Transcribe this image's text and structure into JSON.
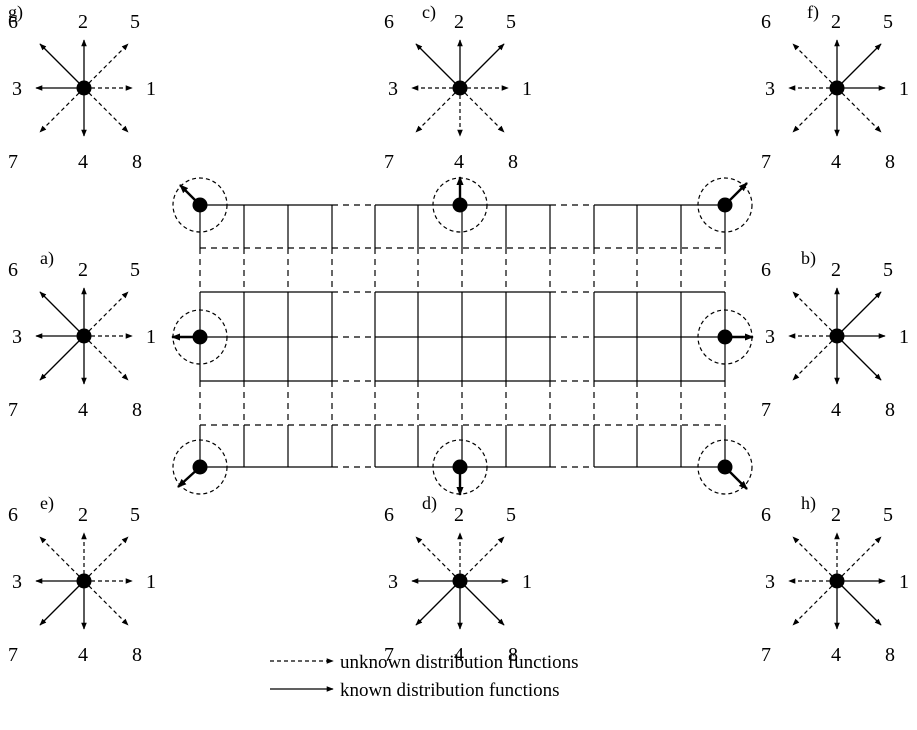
{
  "stencils": [
    {
      "id": "g",
      "label": "g)",
      "known": [
        2,
        3,
        6,
        4
      ]
    },
    {
      "id": "c",
      "label": "c)",
      "known": [
        2,
        5,
        6
      ]
    },
    {
      "id": "f",
      "label": "f)",
      "known": [
        1,
        2,
        4,
        5
      ]
    },
    {
      "id": "a",
      "label": "a)",
      "known": [
        2,
        3,
        4,
        6,
        7
      ]
    },
    {
      "id": "b",
      "label": "b)",
      "known": [
        1,
        2,
        4,
        5,
        8
      ]
    },
    {
      "id": "e",
      "label": "e)",
      "known": [
        3,
        4,
        7
      ]
    },
    {
      "id": "d",
      "label": "d)",
      "known": [
        1,
        3,
        4,
        7,
        8
      ]
    },
    {
      "id": "h",
      "label": "h)",
      "known": [
        1,
        4,
        8
      ]
    }
  ],
  "direction_labels": [
    "1",
    "2",
    "3",
    "4",
    "5",
    "6",
    "7",
    "8"
  ],
  "legend": {
    "unknown": "unknown distribution functions",
    "known": "known distribution functions"
  }
}
